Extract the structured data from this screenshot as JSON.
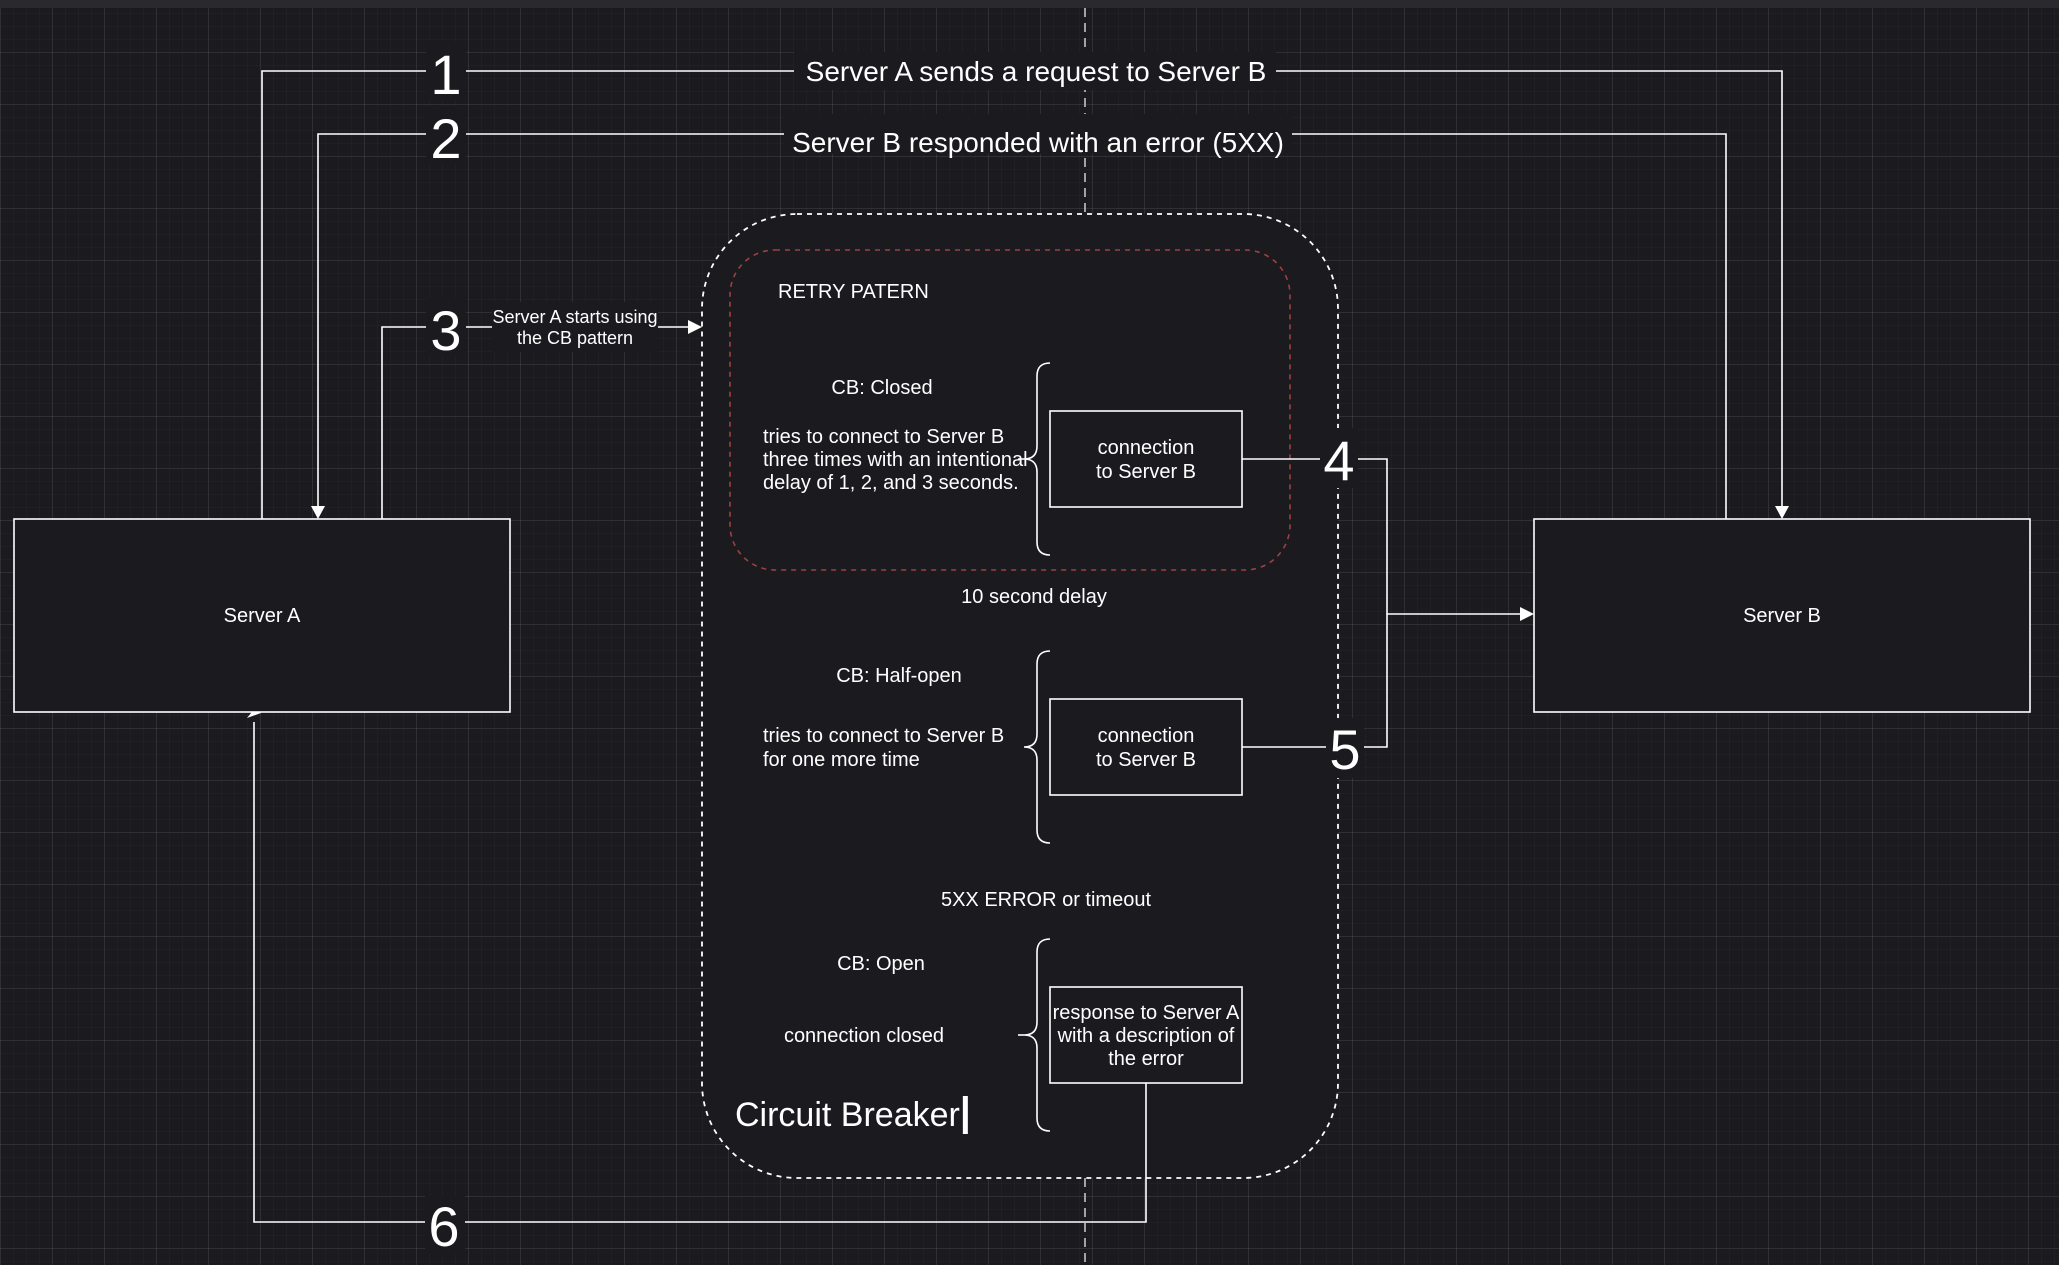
{
  "steps": [
    {
      "number": "1",
      "label": "Server A sends a request to Server B"
    },
    {
      "number": "2",
      "label": "Server B responded with an error (5XX)"
    },
    {
      "number": "3",
      "label_line1": "Server A starts using",
      "label_line2": "the CB pattern"
    },
    {
      "number": "4"
    },
    {
      "number": "5"
    },
    {
      "number": "6"
    }
  ],
  "server_a": {
    "label": "Server A"
  },
  "server_b": {
    "label": "Server B"
  },
  "circuit_breaker": {
    "title": "Circuit Breaker",
    "retry_pattern_title": "RETRY PATERN",
    "closed": {
      "state": "CB: Closed",
      "desc": [
        "tries to connect to Server B",
        "three times with an intentional",
        "delay of 1, 2, and 3 seconds."
      ],
      "box": [
        "connection",
        "to Server B"
      ]
    },
    "delay_label": "10 second delay",
    "half_open": {
      "state": "CB: Half-open",
      "desc": [
        "tries to connect to Server B",
        "for one more time"
      ],
      "box": [
        "connection",
        "to Server B"
      ]
    },
    "error_label": "5XX ERROR or timeout",
    "open": {
      "state": "CB: Open",
      "desc": [
        "connection closed"
      ],
      "box": [
        "response to Server A",
        "with a description of",
        "the error"
      ]
    }
  },
  "colors": {
    "background": "#1b1a1f",
    "stroke": "#ffffff",
    "retry_border": "#9a4242",
    "guide": "#cfcfcf"
  }
}
